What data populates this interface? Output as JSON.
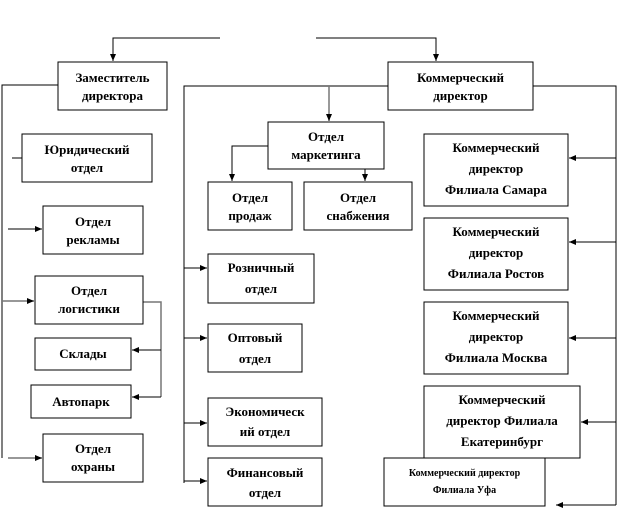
{
  "boxes": {
    "deputy": [
      "Заместитель",
      "директора"
    ],
    "commercial": [
      "Коммерческий",
      "директор"
    ],
    "legal": [
      "Юридический",
      "отдел"
    ],
    "advertising": [
      "Отдел",
      "рекламы"
    ],
    "logistics": [
      "Отдел",
      "логистики"
    ],
    "warehouses": [
      "Склады"
    ],
    "fleet": [
      "Автопарк"
    ],
    "security": [
      "Отдел",
      "охраны"
    ],
    "marketing": [
      "Отдел",
      "маркетинга"
    ],
    "sales": [
      "Отдел",
      "продаж"
    ],
    "supply": [
      "Отдел",
      "снабжения"
    ],
    "retail": [
      "Розничный",
      "отдел"
    ],
    "wholesale": [
      "Оптовый",
      "отдел"
    ],
    "economic": [
      "Экономическ",
      "ий отдел"
    ],
    "finance": [
      "Финансовый",
      "отдел"
    ],
    "samara": [
      "Коммерческий",
      "директор",
      "Филиала Самара"
    ],
    "rostov": [
      "Коммерческий",
      "директор",
      "Филиала Ростов"
    ],
    "moscow": [
      "Коммерческий",
      "директор",
      "Филиала Москва"
    ],
    "ekb": [
      "Коммерческий",
      "директор Филиала",
      "Екатеринбург"
    ],
    "ufa": [
      "Коммерческий директор",
      "Филиала Уфа"
    ]
  }
}
